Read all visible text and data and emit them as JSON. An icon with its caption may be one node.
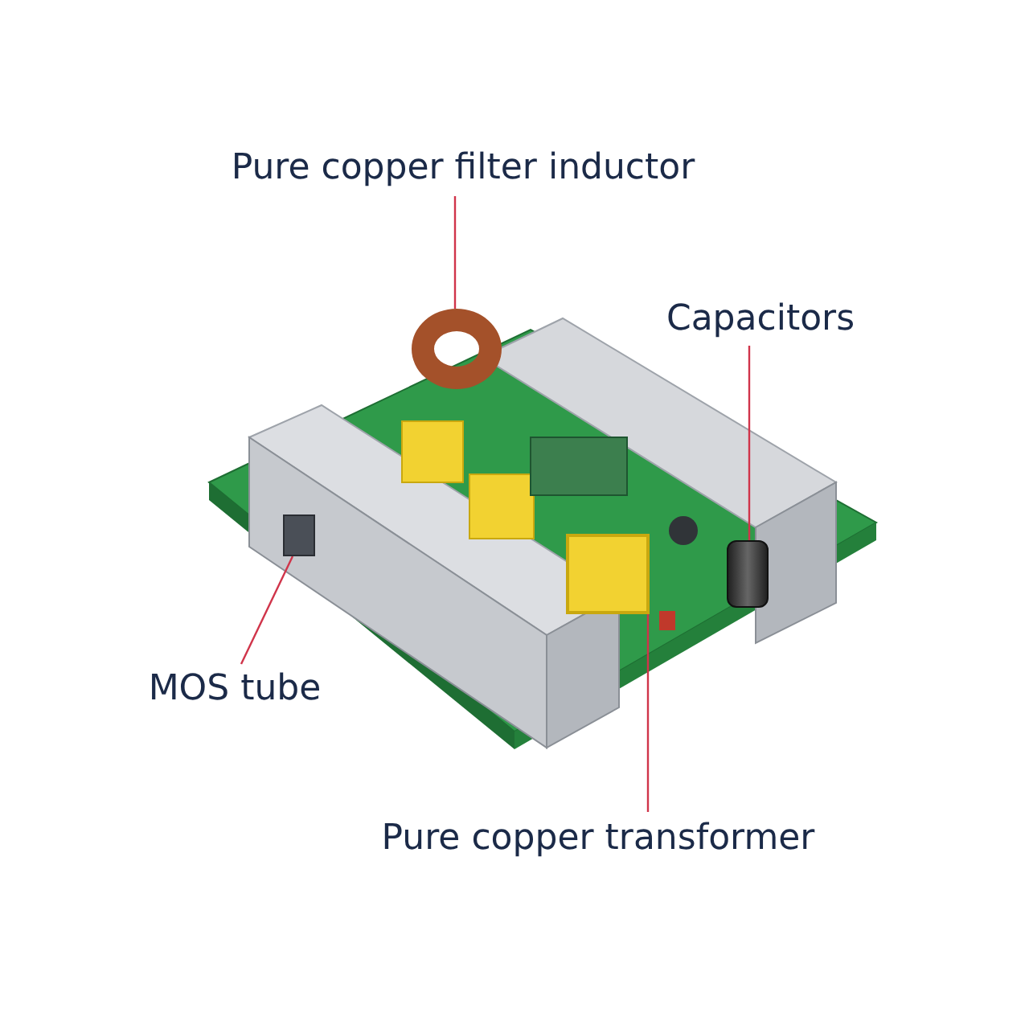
{
  "diagram": {
    "nodes": [
      {
        "text": [
          "Pure copper filter inductor"
        ]
      },
      {
        "text": [
          "Capacitors"
        ]
      },
      {
        "text": [
          "MOS tube"
        ]
      },
      {
        "text": [
          "Pure copper transformer"
        ]
      },
      {
        "text": [],
        "shape": "circle"
      },
      {
        "text": [],
        "shape": "cylinder"
      },
      {
        "text": [],
        "shape": "box"
      },
      {
        "text": [],
        "shape": "box"
      }
    ],
    "edges": [
      {
        "from": 0,
        "to": 4,
        "arrow": "none"
      },
      {
        "from": 1,
        "to": 5,
        "arrow": "none"
      },
      {
        "from": 2,
        "to": 6,
        "arrow": "none"
      },
      {
        "from": 3,
        "to": 7,
        "arrow": "none"
      }
    ]
  }
}
